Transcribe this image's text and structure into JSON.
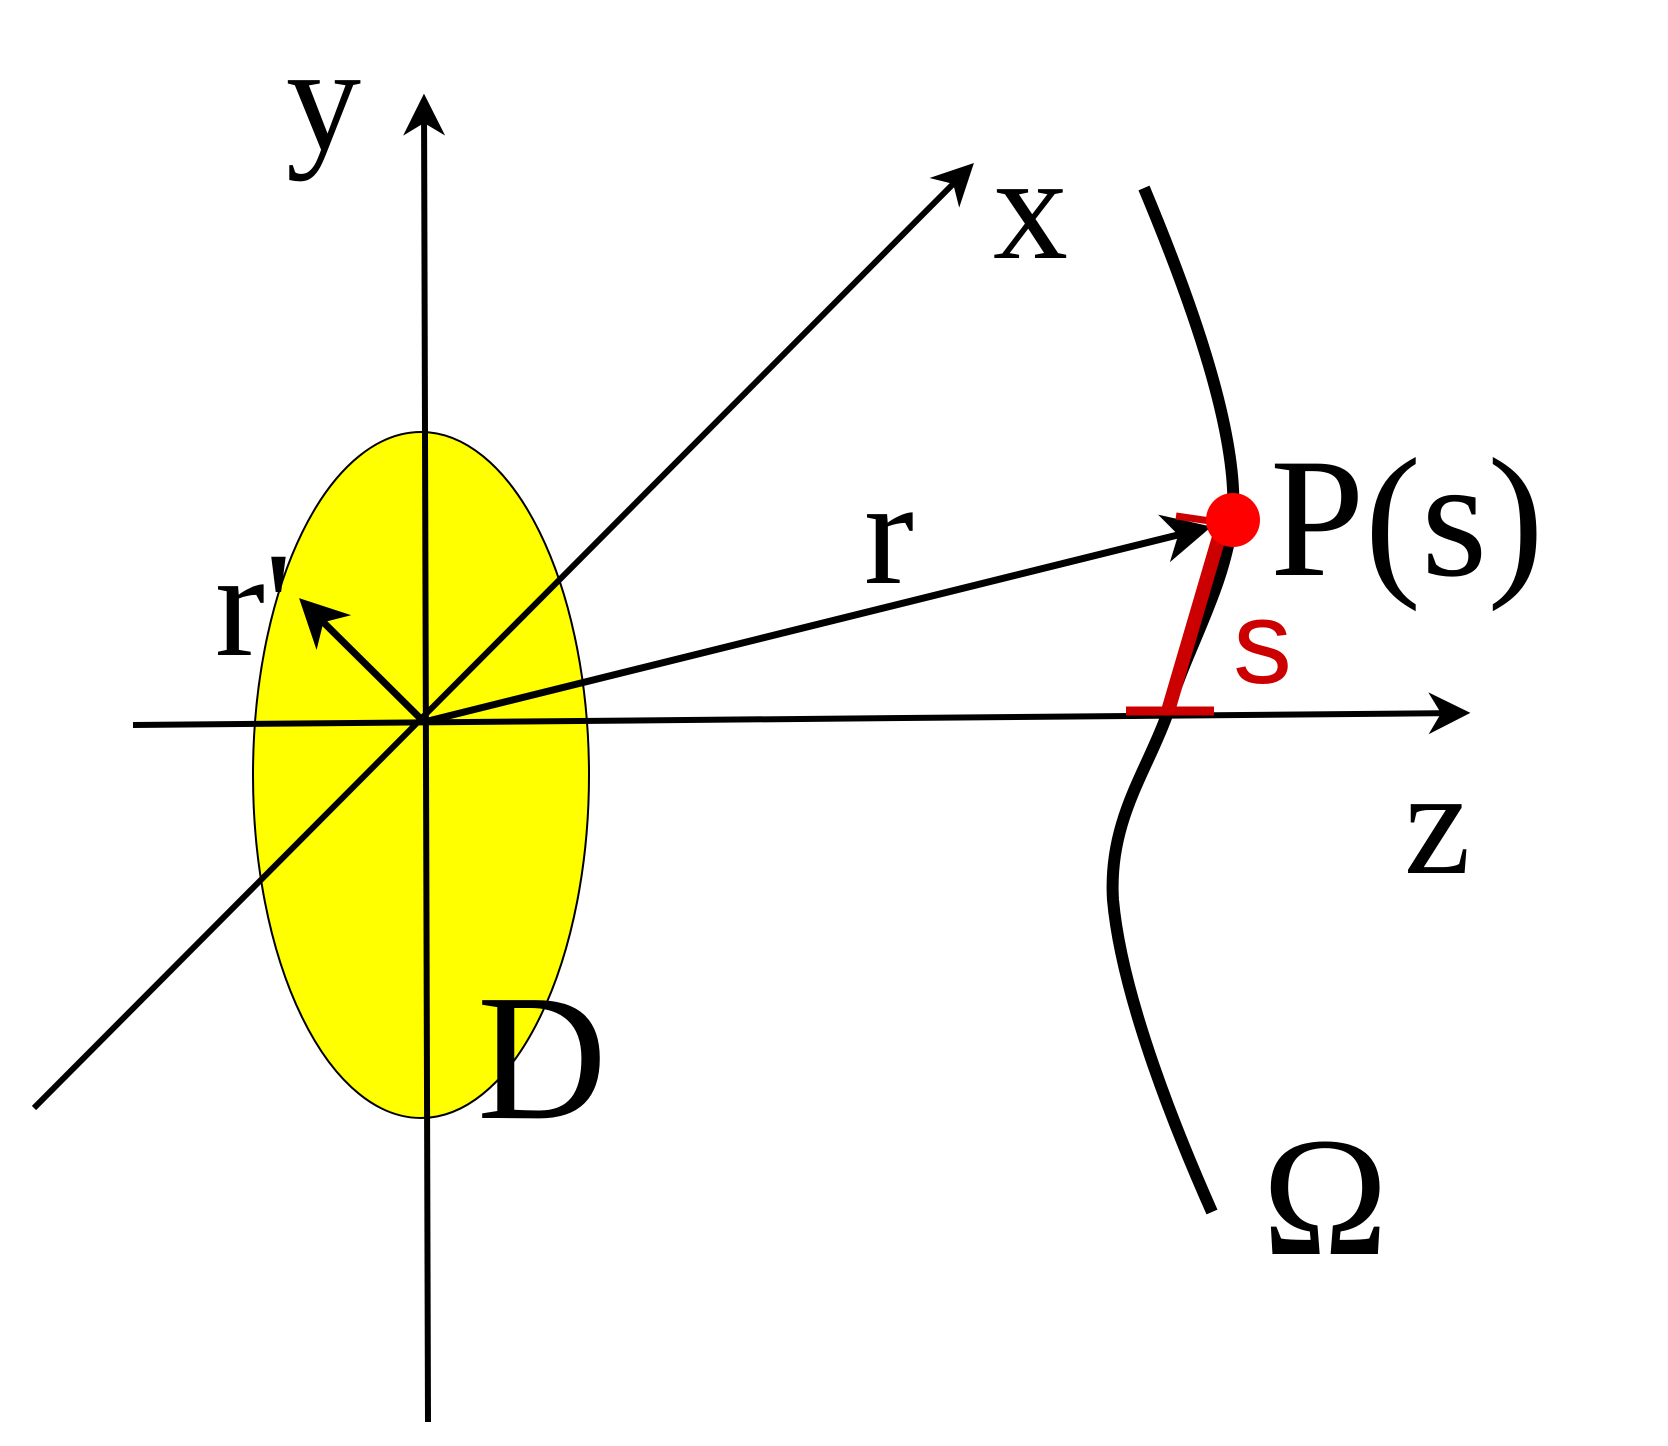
{
  "labels": {
    "y_axis": "y",
    "x_axis": "x",
    "z_axis": "z",
    "point": "P(s)",
    "r_vector": "r",
    "r_prime_vector": "r'",
    "arc_length": "s",
    "aperture": "D",
    "surface": "Ω"
  },
  "colors": {
    "aperture_fill": "#ffff00",
    "axes": "#000000",
    "highlight": "#cc0000",
    "point": "#ff0000"
  }
}
